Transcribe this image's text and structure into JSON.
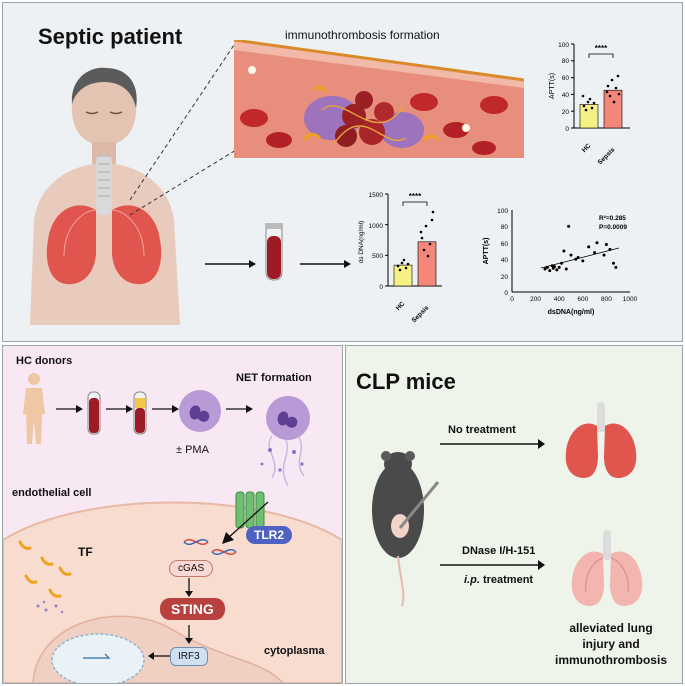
{
  "top": {
    "title": "Septic patient",
    "zoom_label": "immunothrombosis formation",
    "aptt_chart": {
      "sig": "****",
      "ylabel": "APTT(s)",
      "cats": [
        "HC",
        "Sepsis"
      ],
      "ticks": [
        "0",
        "20",
        "40",
        "60",
        "80",
        "100"
      ]
    },
    "dsdna_chart": {
      "sig": "****",
      "ylabel": "ds DNA(ng/ml)",
      "cats": [
        "HC",
        "Sepsis"
      ],
      "ticks": [
        "0",
        "500",
        "1000",
        "1500"
      ]
    },
    "scatter": {
      "xlabel": "dsDNA(ng/ml)",
      "ylabel": "APTT(s)",
      "r2_label": "R²=0.285",
      "p_label": "P=0.0009",
      "xticks": [
        "0",
        "200",
        "400",
        "600",
        "800",
        "1000"
      ],
      "yticks": [
        "0",
        "20",
        "40",
        "60",
        "80",
        "100"
      ]
    }
  },
  "bottom_left": {
    "hc_donors": "HC donors",
    "net_formation": "NET formation",
    "pma": "± PMA",
    "endothelial": "endothelial cell",
    "tlr2": "TLR2",
    "tf": "TF",
    "cgas": "cGAS",
    "sting": "STING",
    "irf3": "IRF3",
    "cytoplasma": "cytoplasma"
  },
  "bottom_right": {
    "title": "CLP mice",
    "no_treatment": "No treatment",
    "drug": "DNase I/H-151",
    "ip": "i.p.",
    "treatment": " treatment",
    "outcome_1": "alleviated lung",
    "outcome_2": "injury and",
    "outcome_3": "immunothrombosis"
  },
  "chart_data": [
    {
      "type": "bar",
      "categories": [
        "HC",
        "Sepsis"
      ],
      "values": [
        28,
        45
      ],
      "ylabel": "APTT(s)",
      "ylim": [
        0,
        100
      ]
    },
    {
      "type": "bar",
      "categories": [
        "HC",
        "Sepsis"
      ],
      "values": [
        340,
        720
      ],
      "ylabel": "ds DNA(ng/ml)",
      "ylim": [
        0,
        1500
      ]
    },
    {
      "type": "scatter",
      "xlabel": "dsDNA(ng/ml)",
      "ylabel": "APTT(s)",
      "xlim": [
        0,
        1000
      ],
      "ylim": [
        0,
        100
      ],
      "points": [
        [
          280,
          28
        ],
        [
          300,
          30
        ],
        [
          320,
          26
        ],
        [
          340,
          32
        ],
        [
          350,
          29
        ],
        [
          360,
          31
        ],
        [
          380,
          27
        ],
        [
          400,
          30
        ],
        [
          420,
          35
        ],
        [
          440,
          50
        ],
        [
          460,
          28
        ],
        [
          480,
          80
        ],
        [
          500,
          45
        ],
        [
          540,
          40
        ],
        [
          560,
          42
        ],
        [
          600,
          38
        ],
        [
          650,
          55
        ],
        [
          700,
          48
        ],
        [
          720,
          60
        ],
        [
          780,
          45
        ],
        [
          800,
          58
        ],
        [
          830,
          52
        ],
        [
          860,
          35
        ],
        [
          880,
          30
        ]
      ],
      "annotations": [
        "R²=0.285",
        "P=0.0009"
      ]
    }
  ]
}
